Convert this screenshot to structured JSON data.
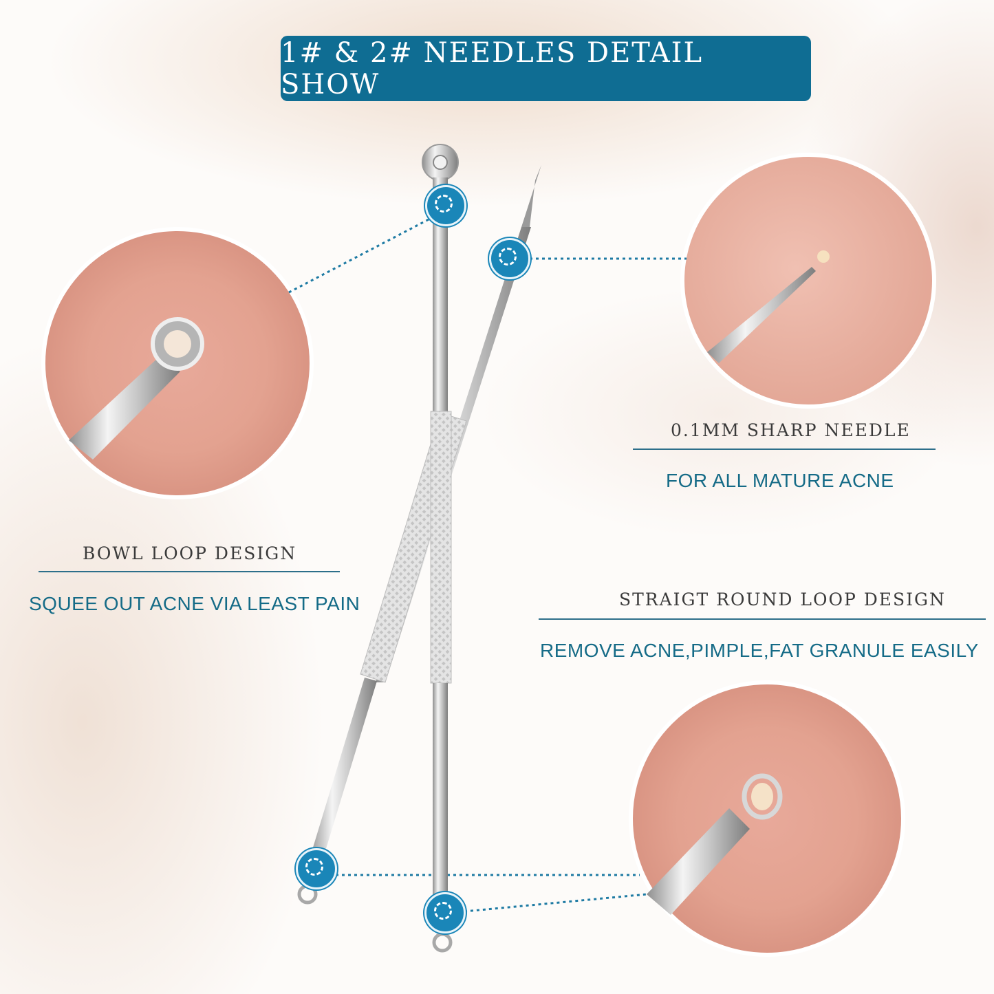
{
  "banner": {
    "title": "1# & 2# NEEDLES DETAIL SHOW"
  },
  "features": {
    "bowl": {
      "title": "BOWL LOOP DESIGN",
      "desc": "SQUEE OUT ACNE VIA LEAST PAIN"
    },
    "needle": {
      "title": "0.1MM SHARP NEEDLE",
      "desc": "FOR ALL MATURE ACNE"
    },
    "round": {
      "title": "STRAIGT ROUND LOOP DESIGN",
      "desc": "REMOVE ACNE,PIMPLE,FAT GRANULE EASILY"
    }
  },
  "colors": {
    "brand": "#0f6d93",
    "accent": "#1a86b8",
    "text_accent": "#156b87"
  }
}
